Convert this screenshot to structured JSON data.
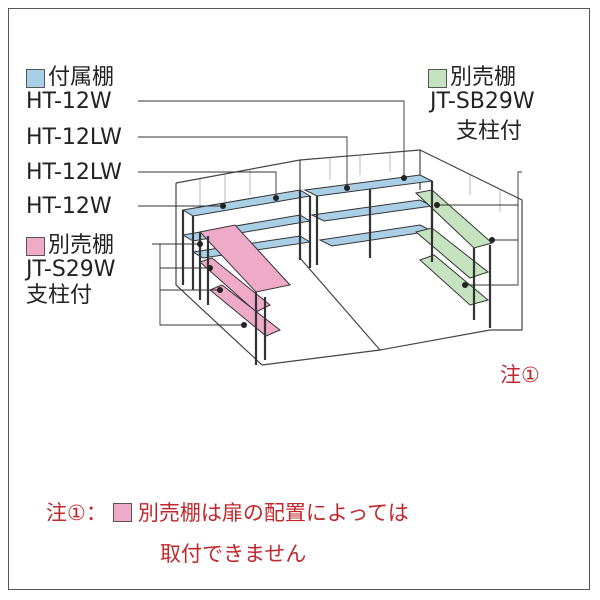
{
  "legend_left_top": {
    "title": "付属棚",
    "color": "#a8cfe6",
    "models": [
      "HT-12W",
      "HT-12LW",
      "HT-12LW",
      "HT-12W"
    ]
  },
  "legend_left_bottom": {
    "title": "別売棚",
    "color": "#eeaac7",
    "model": "JT-S29W",
    "note": "支柱付"
  },
  "legend_right": {
    "title": "別売棚",
    "color": "#c6e3c0",
    "model": "JT-SB29W",
    "note": "支柱付"
  },
  "note_marker": "注①",
  "footnote": {
    "prefix": "注①：",
    "color": "#eeaac7",
    "line1": "別売棚は扉の配置によっては",
    "line2": "取付できません"
  }
}
